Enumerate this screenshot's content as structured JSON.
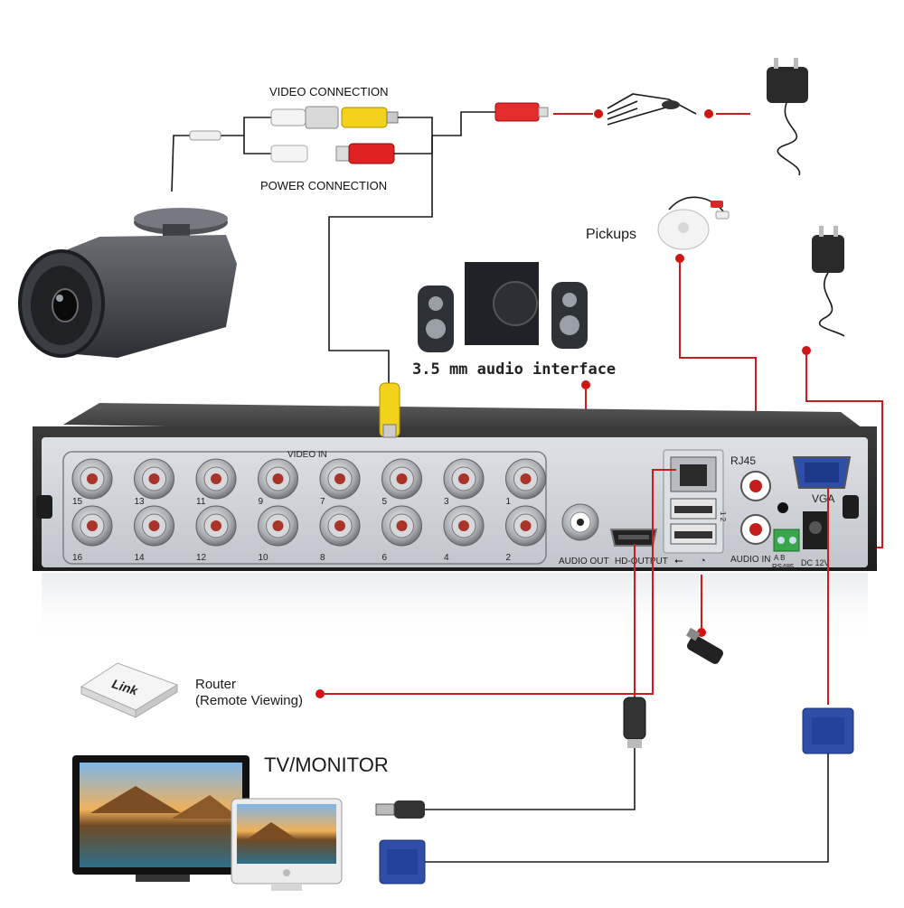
{
  "labels": {
    "video_connection": "VIDEO CONNECTION",
    "power_connection": "POWER CONNECTION",
    "pickups": "Pickups",
    "audio_interface": "3.5 mm audio interface",
    "router_line1": "Router",
    "router_line2": "(Remote Viewing)",
    "tv_monitor": "TV/MONITOR",
    "router_brand": "Link"
  },
  "panel": {
    "video_in": "VIDEO IN",
    "channels_top": [
      "15",
      "13",
      "11",
      "9",
      "7",
      "5",
      "3",
      "1"
    ],
    "channels_bottom": [
      "16",
      "14",
      "12",
      "10",
      "8",
      "6",
      "4",
      "2"
    ],
    "audio_out": "AUDIO OUT",
    "hd_output": "HD-OUTPUT",
    "rj45": "RJ45",
    "audio_in": "AUDIO IN",
    "vga": "VGA",
    "rs485": "RS485",
    "rs485_ab": "A B",
    "dc12v": "DC 12V",
    "usb_ports": "1 2"
  },
  "colors": {
    "wire_red": "#cc1d1d",
    "dvr_body": "#2b2b2b",
    "panel_face": "#cfd3d8",
    "bnc_metal": "#b9bcc0",
    "rca_yellow": "#f2d21b",
    "vga_blue": "#2e4ea8",
    "rs485_green": "#3aa64a"
  },
  "icons": [
    "bullet-camera-icon",
    "power-adapter-icon",
    "splitter-cable-icon",
    "speaker-set-icon",
    "microphone-pickup-icon",
    "router-icon",
    "usb-mouse-dongle-icon",
    "hdmi-plug-icon",
    "vga-plug-icon",
    "tv-monitor-icon",
    "imac-icon"
  ]
}
